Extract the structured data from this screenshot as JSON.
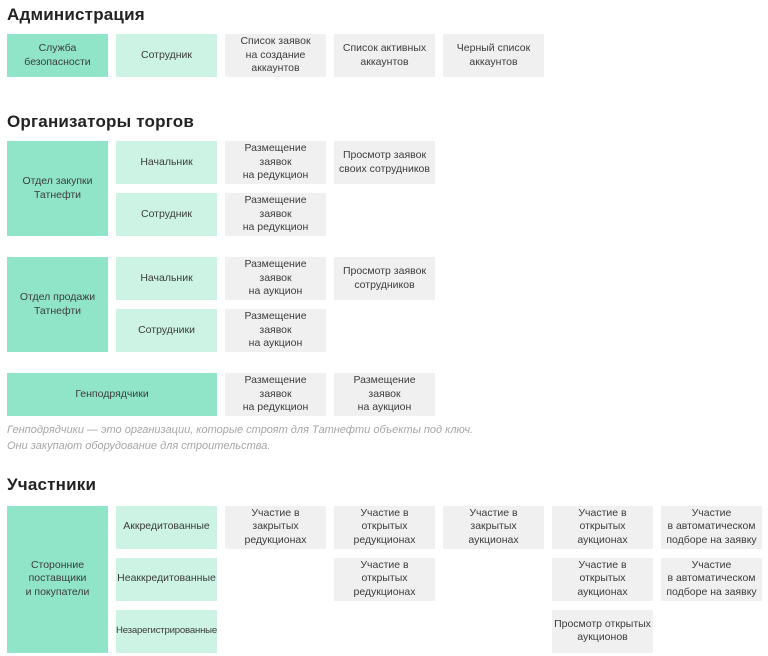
{
  "colors": {
    "org_box": "#90e4c7",
    "role_box": "#cdf3e4",
    "perm_box": "#f0f0f0"
  },
  "sections": {
    "administration": {
      "title": "Администрация",
      "org": "Служба\nбезопасности",
      "role": "Сотрудник",
      "perm_1": "Список заявок\nна создание\nаккаунтов",
      "perm_2": "Список активных\nаккаунтов",
      "perm_3": "Черный список\nаккаунтов"
    },
    "organizers": {
      "title": "Организаторы торгов",
      "purchase_dept": {
        "org": "Отдел закупки\nТатнефти",
        "head_role": "Начальник",
        "head_perm_1": "Размещение заявок\nна редукцион",
        "head_perm_2": "Просмотр заявок\nсвоих сотрудников",
        "employee_role": "Сотрудник",
        "employee_perm_1": "Размещение заявок\nна редукцион"
      },
      "sales_dept": {
        "org": "Отдел продажи\nТатнефти",
        "head_role": "Начальник",
        "head_perm_1": "Размещение заявок\nна аукцион",
        "head_perm_2": "Просмотр заявок\nсотрудников",
        "employee_role": "Сотрудники",
        "employee_perm_1": "Размещение заявок\nна аукцион"
      },
      "contractors": {
        "org": "Генподрядчики",
        "perm_1": "Размещение заявок\nна редукцион",
        "perm_2": "Размещение заявок\nна аукцион"
      },
      "note_line_1": "Генподрядчики — это организации, которые строят для Татнефти объекты под ключ.",
      "note_line_2": "Они закупают оборудование для строительства."
    },
    "participants": {
      "title": "Участники",
      "org": "Сторонние\nпоставщики\nи покупатели",
      "accredited": {
        "role": "Аккредитованные",
        "perm_1": "Участие в закрытых\nредукционах",
        "perm_2": "Участие в открытых\nредукционах",
        "perm_3": "Участие в закрытых\nаукционах",
        "perm_4": "Участие в открытых\nаукционах",
        "perm_5": "Участие\nв автоматическом\nподборе на заявку"
      },
      "non_accredited": {
        "role": "Неаккредитованные",
        "perm_1": "Участие в открытых\nредукционах",
        "perm_2": "Участие в открытых\nаукционах",
        "perm_3": "Участие\nв автоматическом\nподборе на заявку"
      },
      "unregistered": {
        "role": "Незарегистрированные",
        "perm_1": "Просмотр открытых\nаукционов"
      }
    }
  }
}
